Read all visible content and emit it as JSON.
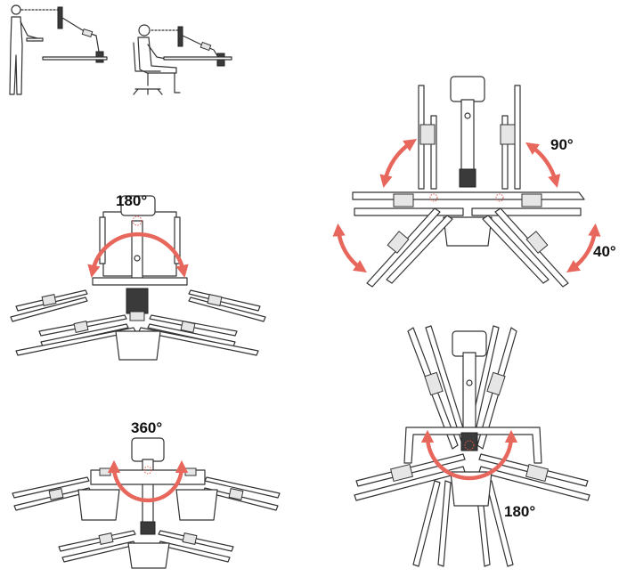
{
  "colors": {
    "arrow": "#e8675c",
    "line": "#333333",
    "pivot": "#e05a4e"
  },
  "icons": [
    "standing-user-icon",
    "seated-user-icon",
    "monitor-arm-icon",
    "swivel-arrow-icon"
  ],
  "panels": {
    "posture": {
      "standing": "",
      "seated": ""
    },
    "arm_swivel": {
      "angle_label": "180°"
    },
    "monitor_pivot": {
      "angle_label": "360°"
    },
    "tilt": {
      "up_label": "90°",
      "side_label": "40°"
    },
    "pole_rotation": {
      "angle_label": "180°"
    }
  }
}
